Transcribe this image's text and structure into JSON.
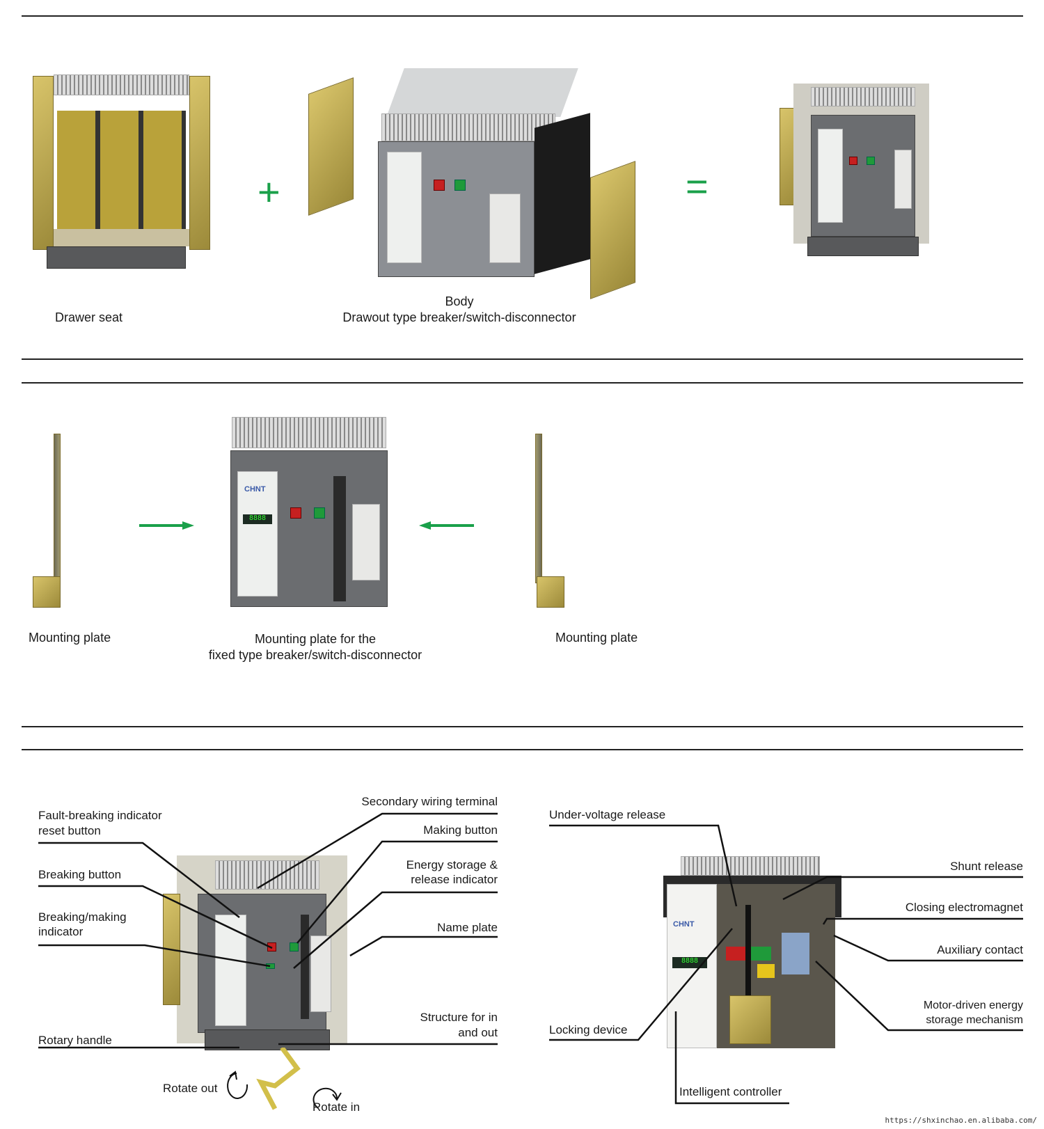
{
  "section1": {
    "plus_symbol": "+",
    "equals_symbol": "=",
    "drawer_seat_label": "Drawer seat",
    "body_label": "Body",
    "body_sublabel": "Drawout type breaker/switch-disconnector"
  },
  "section2": {
    "left_plate_label": "Mounting plate",
    "center_label_line1": "Mounting plate for the",
    "center_label_line2": "fixed type breaker/switch-disconnector",
    "right_plate_label": "Mounting plate"
  },
  "section3_left": {
    "fault_reset_line1": "Fault-breaking indicator",
    "fault_reset_line2": "reset button",
    "breaking_button": "Breaking button",
    "breaking_making_line1": "Breaking/making",
    "breaking_making_line2": "indicator",
    "rotary_handle": "Rotary handle",
    "secondary_wiring": "Secondary wiring terminal",
    "making_button": "Making button",
    "energy_line1": "Energy storage &",
    "energy_line2": "release indicator",
    "name_plate": "Name plate",
    "structure_line1": "Structure for in",
    "structure_line2": "and out",
    "rotate_out": "Rotate out",
    "rotate_in": "Rotate in"
  },
  "section3_right": {
    "under_voltage": "Under-voltage release",
    "shunt_release": "Shunt release",
    "closing_electromagnet": "Closing electromagnet",
    "auxiliary_contact": "Auxiliary contact",
    "motor_line1": "Motor-driven energy",
    "motor_line2": "storage mechanism",
    "locking_device": "Locking device",
    "intelligent_controller": "Intelligent controller"
  },
  "product": {
    "brand": "CHNT",
    "display": "8888"
  },
  "footer_url": "https://shxinchao.en.alibaba.com/",
  "colors": {
    "accent_green": "#1aa04a",
    "rule": "#222222"
  }
}
